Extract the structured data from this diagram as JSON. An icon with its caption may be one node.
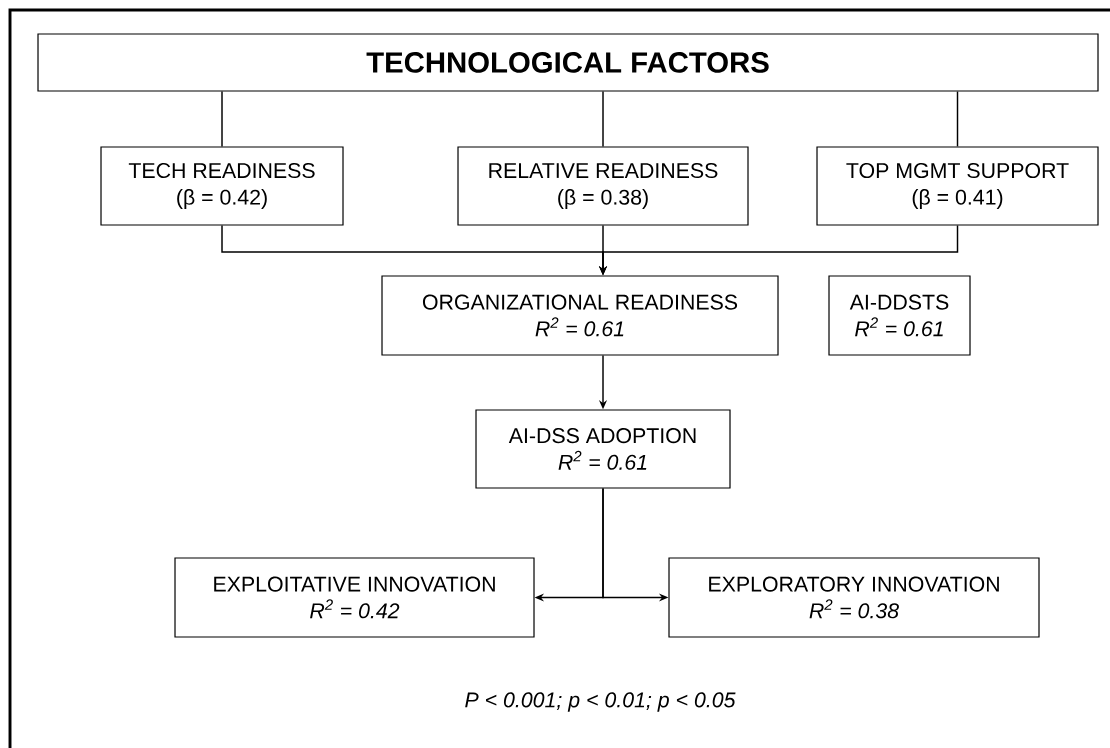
{
  "diagram": {
    "nodes": [
      {
        "text": [
          "TECHNOLOGICAL FACTORS"
        ]
      },
      {
        "text": [
          "TECH READINESS",
          "(β = 0.42)"
        ]
      },
      {
        "text": [
          "RELATIVE READINESS",
          "(β = 0.38)"
        ]
      },
      {
        "text": [
          "TOP MGMT SUPPORT",
          "(β = 0.41)"
        ]
      },
      {
        "text": [
          "ORGANIZATIONAL READINESS",
          "R$^{2}$ = 0.61"
        ]
      },
      {
        "text": [
          "AI-DDSTS",
          "R$^{2}$ = 0.61"
        ]
      },
      {
        "text": [
          "AI-DSS ADOPTION",
          "R$^{2}$ = 0.61"
        ]
      },
      {
        "text": [
          "EXPLOITATIVE INNOVATION",
          "R$^{2}$ = 0.42"
        ]
      },
      {
        "text": [
          "EXPLORATORY INNOVATION",
          "R$^{2}$ = 0.38"
        ]
      }
    ],
    "edges": [
      {
        "from": 0,
        "to": 1,
        "arrow": "none"
      },
      {
        "from": 0,
        "to": 2,
        "arrow": "none"
      },
      {
        "from": 0,
        "to": 3,
        "arrow": "none"
      },
      {
        "from": 1,
        "to": 4,
        "arrow": "to"
      },
      {
        "from": 2,
        "to": 4,
        "arrow": "to"
      },
      {
        "from": 3,
        "to": 4,
        "arrow": "to"
      },
      {
        "from": 4,
        "to": 6,
        "arrow": "to"
      },
      {
        "from": 6,
        "to": 7,
        "arrow": "to"
      },
      {
        "from": 6,
        "to": 8,
        "arrow": "to"
      }
    ],
    "labels": [
      "P < 0.001; p < 0.01; p < 0.05"
    ]
  }
}
